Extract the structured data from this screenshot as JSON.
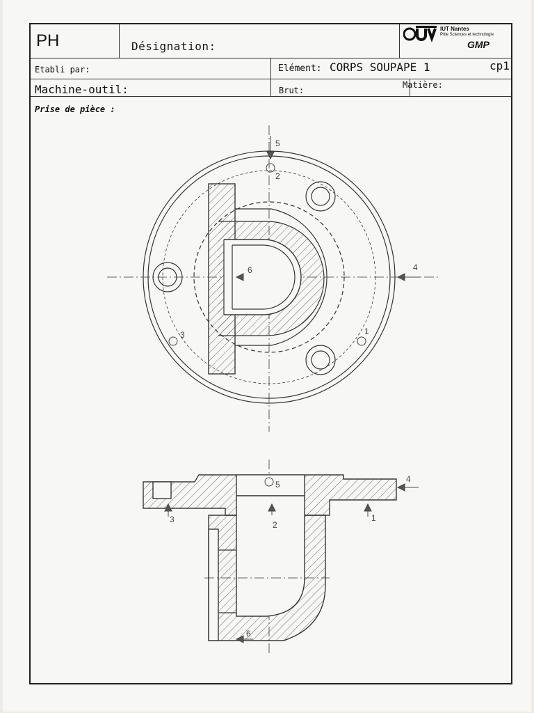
{
  "header": {
    "ph": "PH",
    "designation_label": "Désignation:",
    "etabli_label": "Etabli par:",
    "element_label": "Elément:",
    "element_value": "CORPS SOUPAPE 1",
    "code": "cp1",
    "machine_label": "Machine-outil:",
    "brut_label": "Brut:",
    "matiere_label": "Matière:",
    "prise_label": "Prise de pièce :"
  },
  "logo": {
    "institution": "IUT Nantes",
    "subtitle": "Pôle Sciences et technologie",
    "department": "GMP"
  },
  "annotations": {
    "top_view": [
      "5",
      "2",
      "6",
      "4",
      "3",
      "1"
    ],
    "section_view": [
      "5",
      "4",
      "3",
      "2",
      "1",
      "6"
    ]
  }
}
